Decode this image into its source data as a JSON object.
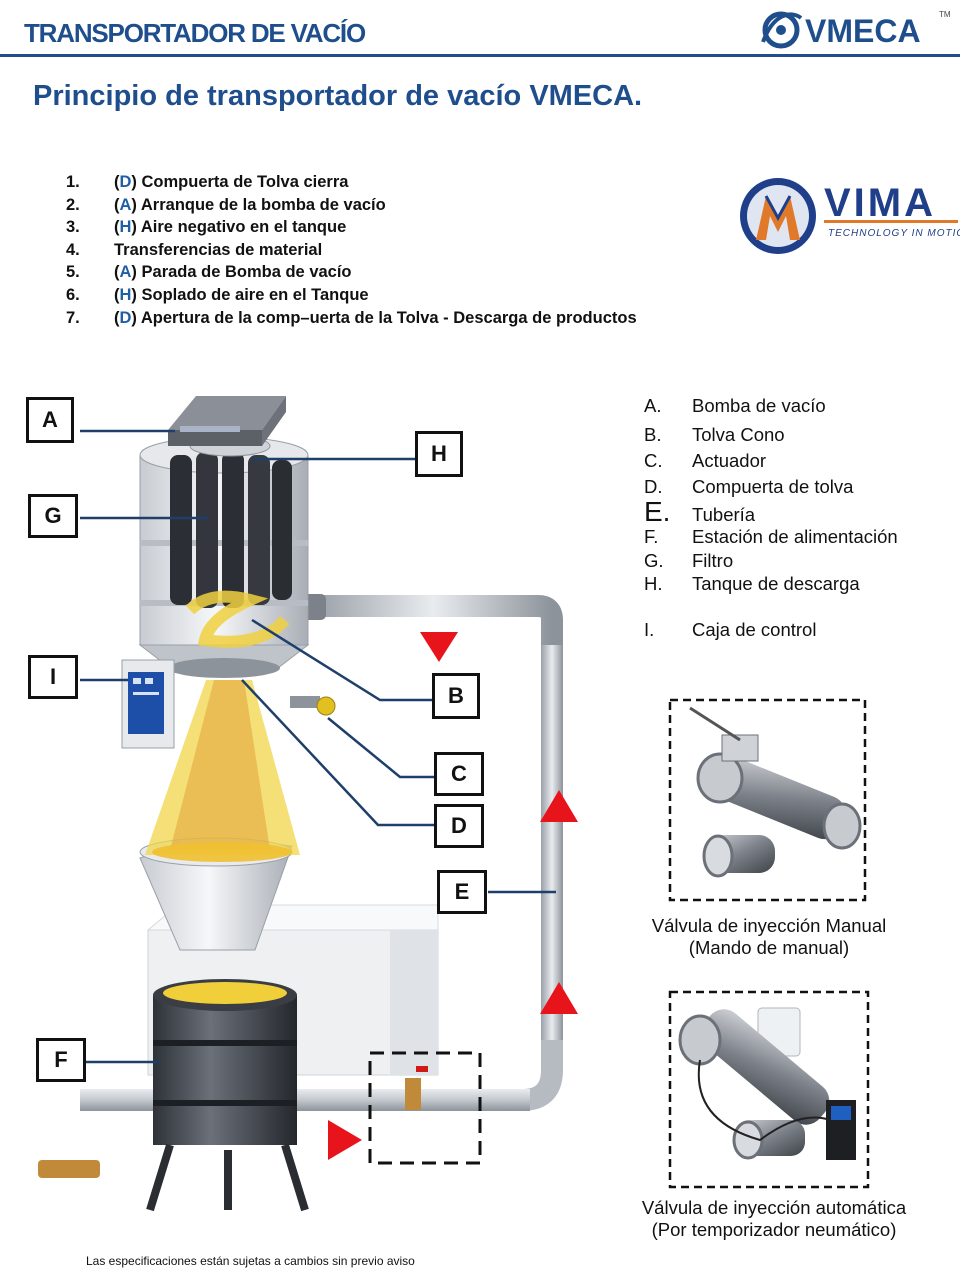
{
  "header": {
    "title": "TRANSPORTADOR DE VACÍO",
    "brand": "VMECA",
    "brand_tm": "TM"
  },
  "page_title": "Principio de transportador de vacío VMECA.",
  "steps": [
    {
      "num": "1.",
      "code": "D",
      "text": "Compuerta de Tolva cierra"
    },
    {
      "num": "2.",
      "code": "A",
      "text": "Arranque de la bomba de vacío"
    },
    {
      "num": "3.",
      "code": "H",
      "text": "Aire negativo en el tanque"
    },
    {
      "num": "4.",
      "code": "",
      "text": "Transferencias de material"
    },
    {
      "num": "5.",
      "code": "A",
      "text": "Parada de Bomba de vacío"
    },
    {
      "num": "6.",
      "code": "H",
      "text": "Soplado de aire en el Tanque"
    },
    {
      "num": "7.",
      "code": "D",
      "text": "Apertura de la comp–uerta de la Tolva - Descarga de productos"
    }
  ],
  "partner_logo": {
    "name": "VIMA",
    "tagline": "TECHNOLOGY IN MOTION"
  },
  "legend": [
    {
      "key": "A.",
      "text": "Bomba de vacío"
    },
    {
      "key": "B.",
      "text": "Tolva Cono"
    },
    {
      "key": "C.",
      "text": "Actuador"
    },
    {
      "key": "D.",
      "text": "Compuerta de tolva"
    },
    {
      "key": "E.",
      "text": "Tubería"
    },
    {
      "key": "F.",
      "text": "Estación de alimentación"
    },
    {
      "key": "G.",
      "text": "Filtro"
    },
    {
      "key": "H.",
      "text": "Tanque de descarga"
    },
    {
      "key": "I.",
      "text": "Caja de control"
    }
  ],
  "diagram_labels": {
    "A": "A",
    "G": "G",
    "H": "H",
    "I": "I",
    "B": "B",
    "C": "C",
    "D": "D",
    "E": "E",
    "F": "F"
  },
  "valves": {
    "manual": {
      "line1": "Válvula de inyección Manual",
      "line2": "(Mando de manual)"
    },
    "auto": {
      "line1": "Válvula de inyección automática",
      "line2": "(Por temporizador neumático)"
    }
  },
  "footer": "Las especificaciones están sujetas a cambios sin previo aviso",
  "colors": {
    "brand_blue": "#1f4e8c",
    "arrow_red": "#e8141c",
    "material_yellow": "#f0d040"
  }
}
